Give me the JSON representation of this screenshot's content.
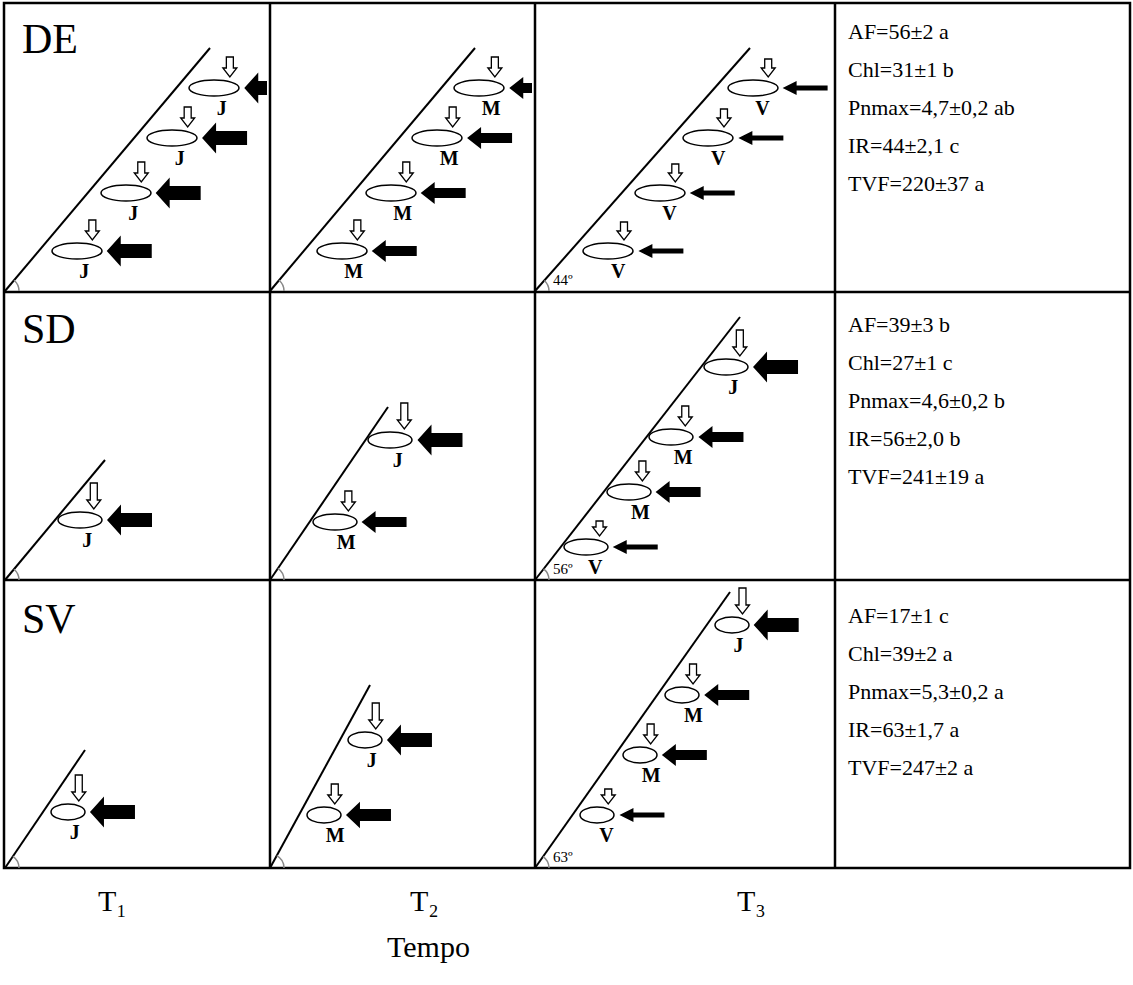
{
  "diagram": {
    "nodes": [
      {
        "text": [
          "J"
        ]
      },
      {
        "text": [
          "J"
        ]
      },
      {
        "text": [
          "J"
        ]
      },
      {
        "text": [
          "J"
        ]
      },
      {
        "text": [
          "M"
        ]
      },
      {
        "text": [
          "M"
        ]
      },
      {
        "text": [
          "M"
        ]
      },
      {
        "text": [
          "M"
        ]
      },
      {
        "text": [
          "V"
        ]
      },
      {
        "text": [
          "V"
        ]
      },
      {
        "text": [
          "V"
        ]
      },
      {
        "text": [
          "V"
        ]
      },
      {
        "text": [
          "J"
        ]
      },
      {
        "text": [
          "J"
        ]
      },
      {
        "text": [
          "M"
        ]
      },
      {
        "text": [
          "J"
        ]
      },
      {
        "text": [
          "M"
        ]
      },
      {
        "text": [
          "M"
        ]
      },
      {
        "text": [
          "V"
        ]
      },
      {
        "text": [
          "J"
        ]
      },
      {
        "text": [
          "J"
        ]
      },
      {
        "text": [
          "M"
        ]
      },
      {
        "text": [
          "J"
        ]
      },
      {
        "text": [
          "M"
        ]
      },
      {
        "text": [
          "M"
        ]
      },
      {
        "text": [
          "V"
        ]
      }
    ],
    "labels": [
      "DE",
      "AF=56±2 a",
      "Chl=31±1 b",
      "Pnmax=4,7±0,2 ab",
      "IR=44±2,1 c",
      "TVF=220±37 a",
      "SD",
      "AF=39±3 b",
      "Chl=27±1 c",
      "Pnmax=4,6±0,2 b",
      "IR=56±2,0 b",
      "TVF=241±19 a",
      "SV",
      "AF=17±1 c",
      "Chl=39±2 a",
      "Pnmax=5,3±0,2 a",
      "IR=63±1,7 a",
      "TVF=247±2 a",
      "44º",
      "56º",
      "63º",
      "T₁",
      "T₂",
      "T₃",
      "Tempo"
    ]
  }
}
